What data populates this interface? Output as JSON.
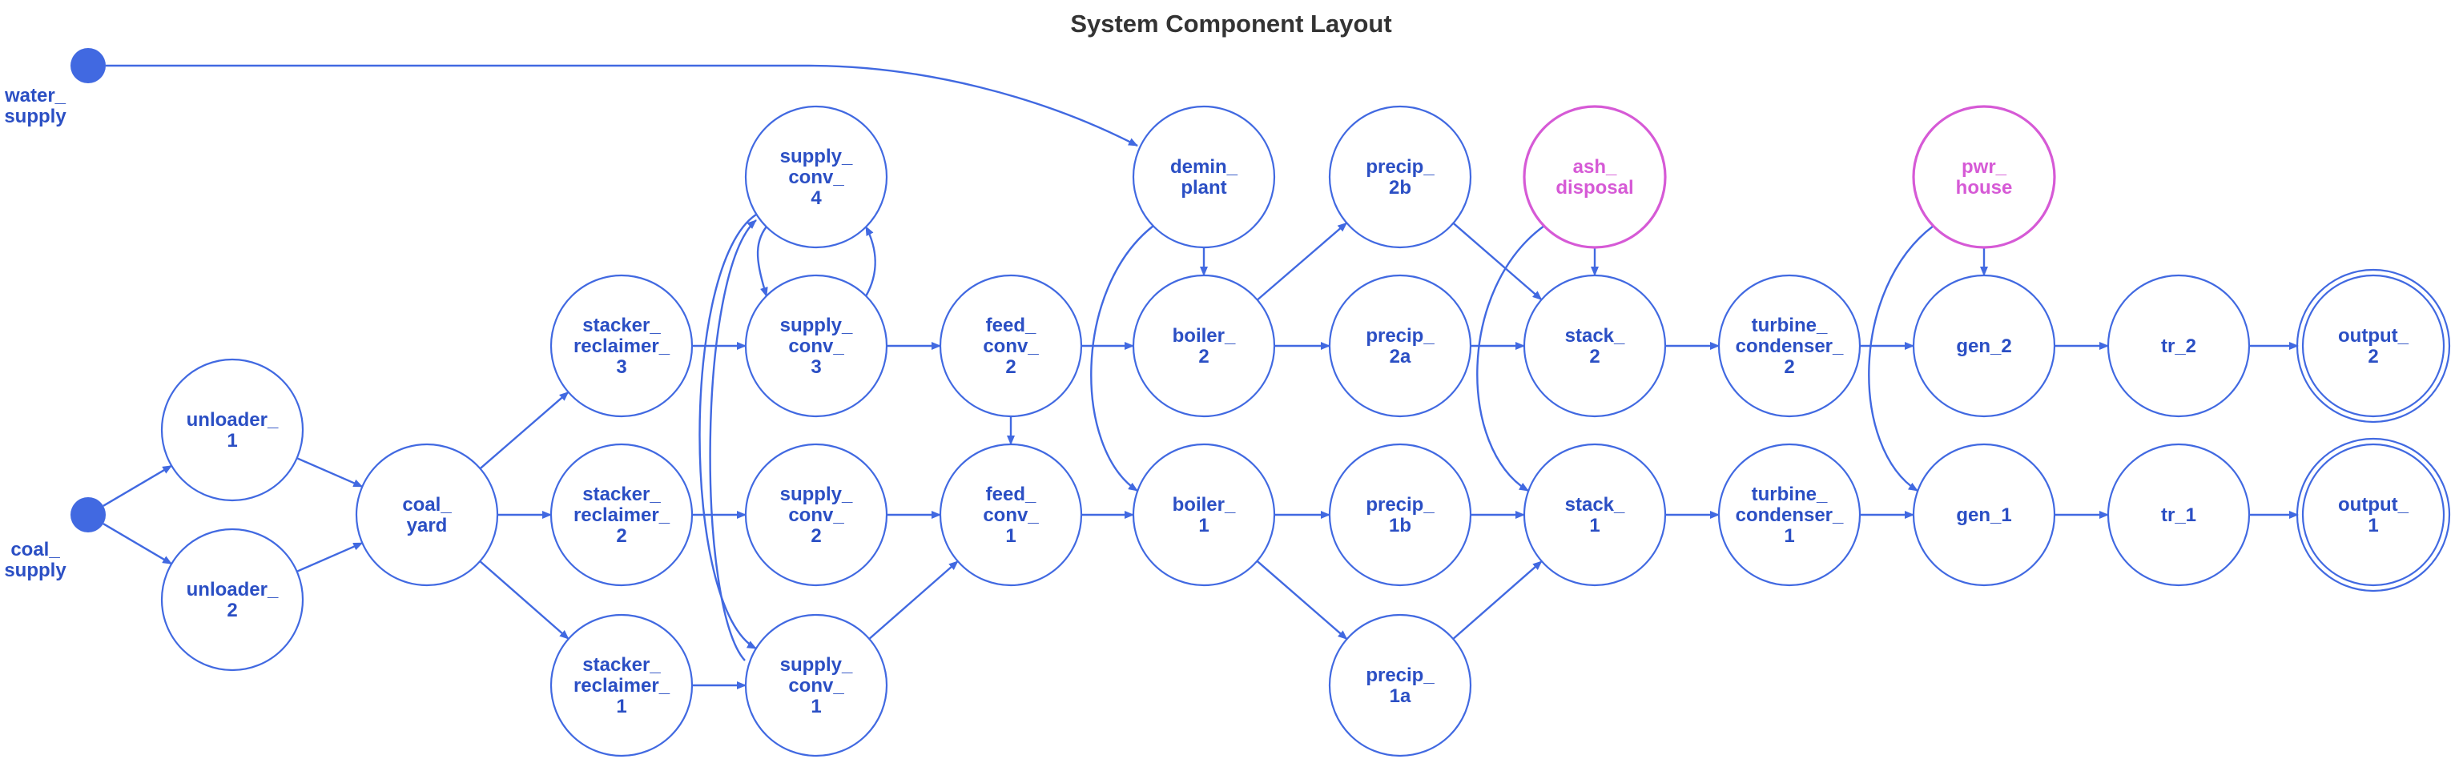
{
  "title": "System Component Layout",
  "colors": {
    "line": "#4169e1",
    "text": "#2b4fc4",
    "highlight": "#d65ad6",
    "title": "#333333"
  },
  "nodes": [
    {
      "id": "water_supply",
      "lines": [
        "water_",
        "supply"
      ],
      "shape": "dot"
    },
    {
      "id": "coal_supply",
      "lines": [
        "coal_",
        "supply"
      ],
      "shape": "dot"
    },
    {
      "id": "unloader_1",
      "lines": [
        "unloader_",
        "1"
      ],
      "shape": "circle"
    },
    {
      "id": "unloader_2",
      "lines": [
        "unloader_",
        "2"
      ],
      "shape": "circle"
    },
    {
      "id": "coal_yard",
      "lines": [
        "coal_",
        "yard"
      ],
      "shape": "circle"
    },
    {
      "id": "stacker_reclaimer_3",
      "lines": [
        "stacker_",
        "reclaimer_",
        "3"
      ],
      "shape": "circle"
    },
    {
      "id": "stacker_reclaimer_2",
      "lines": [
        "stacker_",
        "reclaimer_",
        "2"
      ],
      "shape": "circle"
    },
    {
      "id": "stacker_reclaimer_1",
      "lines": [
        "stacker_",
        "reclaimer_",
        "1"
      ],
      "shape": "circle"
    },
    {
      "id": "supply_conv_4",
      "lines": [
        "supply_",
        "conv_",
        "4"
      ],
      "shape": "circle"
    },
    {
      "id": "supply_conv_3",
      "lines": [
        "supply_",
        "conv_",
        "3"
      ],
      "shape": "circle"
    },
    {
      "id": "supply_conv_2",
      "lines": [
        "supply_",
        "conv_",
        "2"
      ],
      "shape": "circle"
    },
    {
      "id": "supply_conv_1",
      "lines": [
        "supply_",
        "conv_",
        "1"
      ],
      "shape": "circle"
    },
    {
      "id": "feed_conv_2",
      "lines": [
        "feed_",
        "conv_",
        "2"
      ],
      "shape": "circle"
    },
    {
      "id": "feed_conv_1",
      "lines": [
        "feed_",
        "conv_",
        "1"
      ],
      "shape": "circle"
    },
    {
      "id": "demin_plant",
      "lines": [
        "demin_",
        "plant"
      ],
      "shape": "circle"
    },
    {
      "id": "boiler_2",
      "lines": [
        "boiler_",
        "2"
      ],
      "shape": "circle"
    },
    {
      "id": "boiler_1",
      "lines": [
        "boiler_",
        "1"
      ],
      "shape": "circle"
    },
    {
      "id": "precip_2b",
      "lines": [
        "precip_",
        "2b"
      ],
      "shape": "circle"
    },
    {
      "id": "precip_2a",
      "lines": [
        "precip_",
        "2a"
      ],
      "shape": "circle"
    },
    {
      "id": "precip_1b",
      "lines": [
        "precip_",
        "1b"
      ],
      "shape": "circle"
    },
    {
      "id": "precip_1a",
      "lines": [
        "precip_",
        "1a"
      ],
      "shape": "circle"
    },
    {
      "id": "ash_disposal",
      "lines": [
        "ash_",
        "disposal"
      ],
      "shape": "circle",
      "highlight": true
    },
    {
      "id": "stack_2",
      "lines": [
        "stack_",
        "2"
      ],
      "shape": "circle"
    },
    {
      "id": "stack_1",
      "lines": [
        "stack_",
        "1"
      ],
      "shape": "circle"
    },
    {
      "id": "turbine_condenser_2",
      "lines": [
        "turbine_",
        "condenser_",
        "2"
      ],
      "shape": "circle"
    },
    {
      "id": "turbine_condenser_1",
      "lines": [
        "turbine_",
        "condenser_",
        "1"
      ],
      "shape": "circle"
    },
    {
      "id": "pwr_house",
      "lines": [
        "pwr_",
        "house"
      ],
      "shape": "circle",
      "highlight": true
    },
    {
      "id": "gen_2",
      "lines": [
        "gen_2"
      ],
      "shape": "circle"
    },
    {
      "id": "gen_1",
      "lines": [
        "gen_1"
      ],
      "shape": "circle"
    },
    {
      "id": "tr_2",
      "lines": [
        "tr_2"
      ],
      "shape": "circle"
    },
    {
      "id": "tr_1",
      "lines": [
        "tr_1"
      ],
      "shape": "circle"
    },
    {
      "id": "output_2",
      "lines": [
        "output_",
        "2"
      ],
      "shape": "doublecircle"
    },
    {
      "id": "output_1",
      "lines": [
        "output_",
        "1"
      ],
      "shape": "doublecircle"
    }
  ],
  "edges": [
    {
      "from": "water_supply",
      "to": "demin_plant"
    },
    {
      "from": "coal_supply",
      "to": "unloader_1"
    },
    {
      "from": "coal_supply",
      "to": "unloader_2"
    },
    {
      "from": "unloader_1",
      "to": "coal_yard"
    },
    {
      "from": "unloader_2",
      "to": "coal_yard"
    },
    {
      "from": "coal_yard",
      "to": "stacker_reclaimer_3"
    },
    {
      "from": "coal_yard",
      "to": "stacker_reclaimer_2"
    },
    {
      "from": "coal_yard",
      "to": "stacker_reclaimer_1"
    },
    {
      "from": "stacker_reclaimer_3",
      "to": "supply_conv_3"
    },
    {
      "from": "stacker_reclaimer_2",
      "to": "supply_conv_2"
    },
    {
      "from": "stacker_reclaimer_1",
      "to": "supply_conv_1"
    },
    {
      "from": "supply_conv_4",
      "to": "supply_conv_3"
    },
    {
      "from": "supply_conv_3",
      "to": "supply_conv_4"
    },
    {
      "from": "supply_conv_4",
      "to": "supply_conv_1"
    },
    {
      "from": "supply_conv_1",
      "to": "supply_conv_4"
    },
    {
      "from": "supply_conv_3",
      "to": "feed_conv_2"
    },
    {
      "from": "supply_conv_2",
      "to": "feed_conv_1"
    },
    {
      "from": "supply_conv_1",
      "to": "feed_conv_1"
    },
    {
      "from": "feed_conv_2",
      "to": "feed_conv_1"
    },
    {
      "from": "feed_conv_2",
      "to": "boiler_2"
    },
    {
      "from": "feed_conv_1",
      "to": "boiler_1"
    },
    {
      "from": "demin_plant",
      "to": "boiler_2"
    },
    {
      "from": "demin_plant",
      "to": "boiler_1"
    },
    {
      "from": "boiler_2",
      "to": "precip_2b"
    },
    {
      "from": "boiler_2",
      "to": "precip_2a"
    },
    {
      "from": "boiler_1",
      "to": "precip_1b"
    },
    {
      "from": "boiler_1",
      "to": "precip_1a"
    },
    {
      "from": "precip_2b",
      "to": "stack_2"
    },
    {
      "from": "precip_2a",
      "to": "stack_2"
    },
    {
      "from": "precip_1b",
      "to": "stack_1"
    },
    {
      "from": "precip_1a",
      "to": "stack_1"
    },
    {
      "from": "ash_disposal",
      "to": "stack_2"
    },
    {
      "from": "ash_disposal",
      "to": "stack_1"
    },
    {
      "from": "stack_2",
      "to": "turbine_condenser_2"
    },
    {
      "from": "stack_1",
      "to": "turbine_condenser_1"
    },
    {
      "from": "turbine_condenser_2",
      "to": "gen_2"
    },
    {
      "from": "turbine_condenser_1",
      "to": "gen_1"
    },
    {
      "from": "pwr_house",
      "to": "gen_2"
    },
    {
      "from": "pwr_house",
      "to": "gen_1"
    },
    {
      "from": "gen_2",
      "to": "tr_2"
    },
    {
      "from": "gen_1",
      "to": "tr_1"
    },
    {
      "from": "tr_2",
      "to": "output_2"
    },
    {
      "from": "tr_1",
      "to": "output_1"
    }
  ]
}
